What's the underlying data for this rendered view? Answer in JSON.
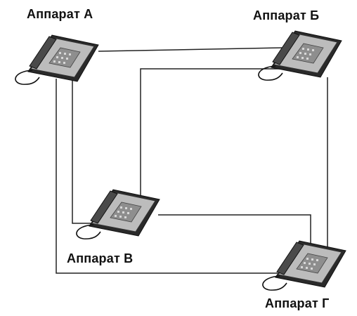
{
  "labels": {
    "a": "Аппарат А",
    "b": "Аппарат Б",
    "v": "Аппарат В",
    "g": "Аппарат Г"
  },
  "icons": [
    "telephone-icon"
  ]
}
